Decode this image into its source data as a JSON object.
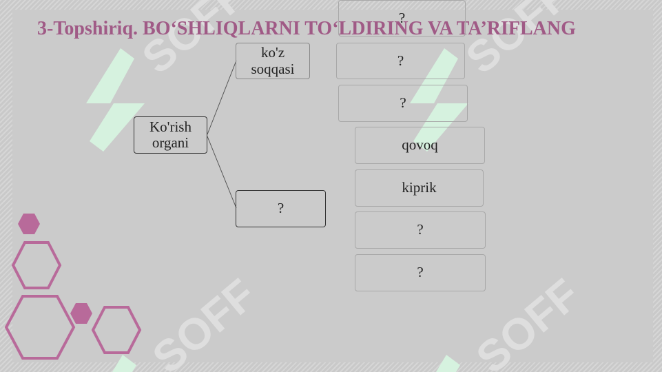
{
  "title": "3-Topshiriq. BO‘SHLIQLARNI TO‘LDIRING VA TA’RIFLANG",
  "watermark_text": "SOFF",
  "diagram": {
    "root": "Ko'rish organi",
    "branch_top": "ko'z soqqasi",
    "branch_bottom": "?",
    "items": [
      "?",
      "?",
      "?",
      "qovoq",
      "kiprik",
      "?",
      "?"
    ]
  },
  "colors": {
    "title": "#a05a86",
    "hexagon": "#b86a9a",
    "watermark_green": "#d6f2df",
    "watermark_gray": "#dedede"
  }
}
